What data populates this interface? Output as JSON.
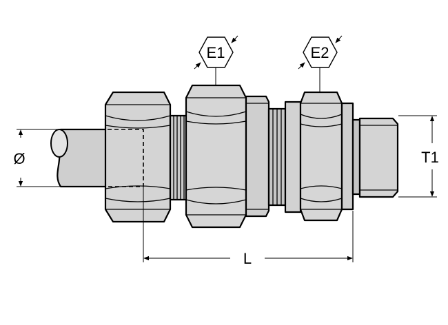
{
  "labels": {
    "diameter": "Ø",
    "thread": "T1",
    "length": "L",
    "hex1": "E1",
    "hex2": "E2"
  },
  "colors": {
    "metal_fill": "#d6d6d6",
    "metal_light": "#e8e8e8",
    "metal_dark": "#bdbdbd",
    "outline": "#000000",
    "background": "#ffffff"
  }
}
